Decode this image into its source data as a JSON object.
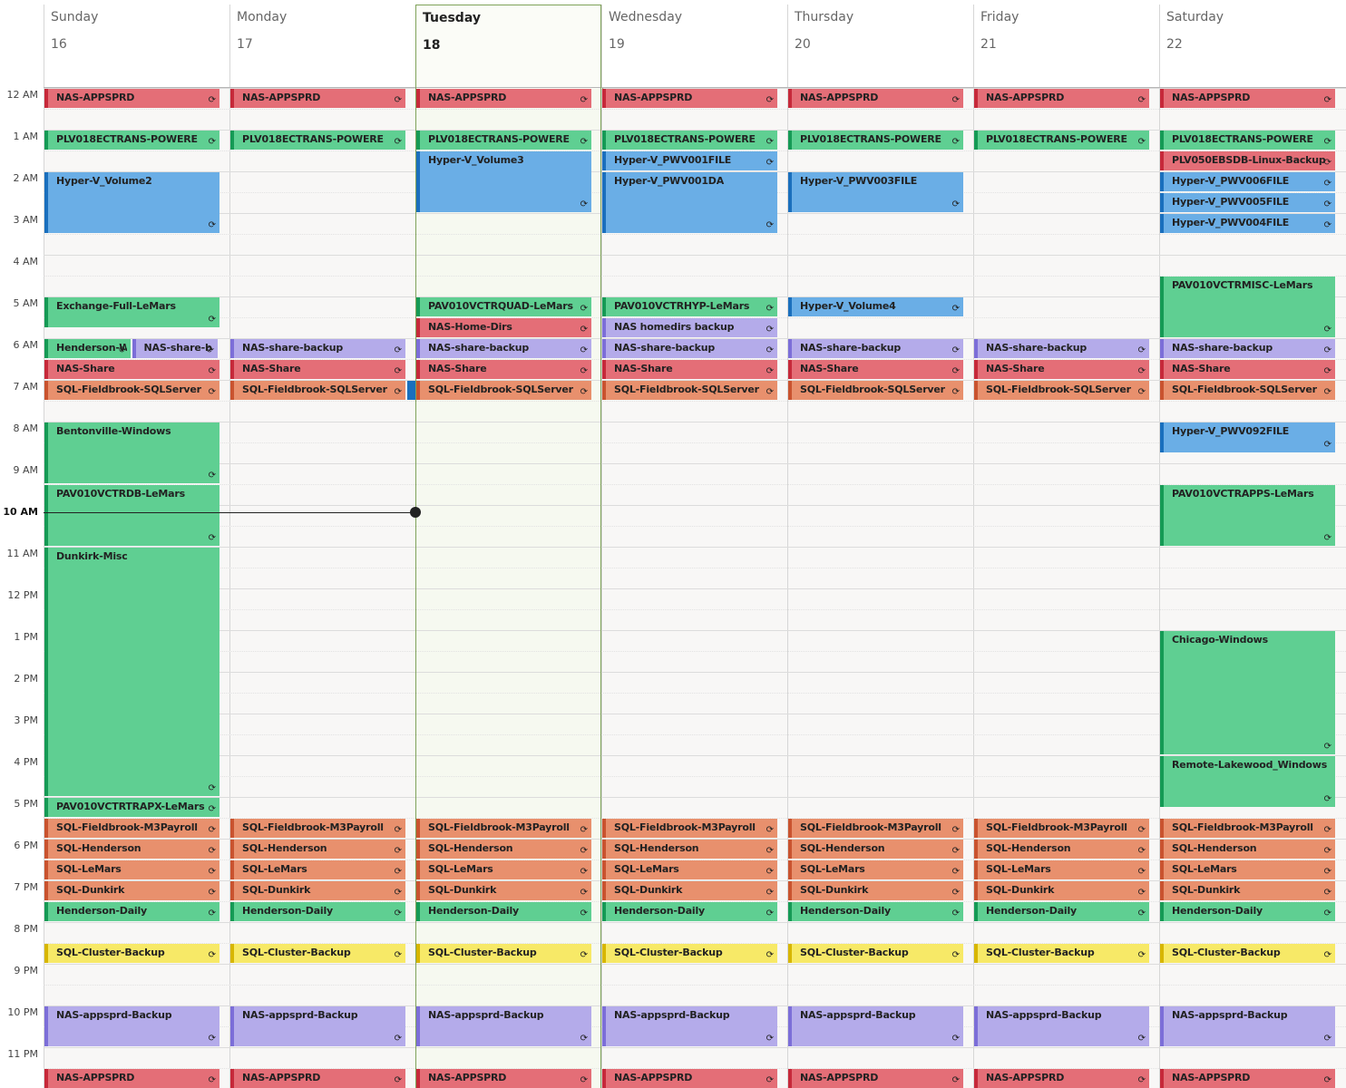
{
  "days": [
    {
      "name": "Sunday",
      "num": "16",
      "today": false
    },
    {
      "name": "Monday",
      "num": "17",
      "today": false
    },
    {
      "name": "Tuesday",
      "num": "18",
      "today": true
    },
    {
      "name": "Wednesday",
      "num": "19",
      "today": false
    },
    {
      "name": "Thursday",
      "num": "20",
      "today": false
    },
    {
      "name": "Friday",
      "num": "21",
      "today": false
    },
    {
      "name": "Saturday",
      "num": "22",
      "today": false
    }
  ],
  "hours": [
    "12 AM",
    "1 AM",
    "2 AM",
    "3 AM",
    "4 AM",
    "5 AM",
    "6 AM",
    "7 AM",
    "8 AM",
    "9 AM",
    "10 AM",
    "11 AM",
    "12 PM",
    "1 PM",
    "2 PM",
    "3 PM",
    "4 PM",
    "5 PM",
    "6 PM",
    "7 PM",
    "8 PM",
    "9 PM",
    "10 PM",
    "11 PM"
  ],
  "current_hour_label": "10 AM",
  "current_time_hours": 10.17,
  "recurring_icon": "recurring-icon",
  "colors": {
    "red": "#e46e77",
    "green": "#5fcf92",
    "blue": "#6aaee6",
    "purple": "#b4abea",
    "orange": "#e8906d",
    "yellow": "#f7e967",
    "today_border": "#7fa25a"
  },
  "events": [
    {
      "day": 0,
      "start": 0,
      "end": 0.5,
      "title": "NAS-APPSPRD",
      "color": "red"
    },
    {
      "day": 0,
      "start": 1,
      "end": 1.5,
      "title": "PLV018ECTRANS-POWERE",
      "color": "green"
    },
    {
      "day": 0,
      "start": 2,
      "end": 3.5,
      "title": "Hyper-V_Volume2",
      "color": "blue"
    },
    {
      "day": 0,
      "start": 5,
      "end": 5.75,
      "title": "Exchange-Full-LeMars",
      "color": "green"
    },
    {
      "day": 0,
      "start": 6,
      "end": 6.5,
      "title": "Henderson-W",
      "color": "green",
      "col": 0,
      "cols": 2
    },
    {
      "day": 0,
      "start": 6,
      "end": 6.5,
      "title": "NAS-share-b",
      "color": "purple",
      "col": 1,
      "cols": 2
    },
    {
      "day": 0,
      "start": 6.5,
      "end": 7,
      "title": "NAS-Share",
      "color": "red"
    },
    {
      "day": 0,
      "start": 7,
      "end": 7.5,
      "title": "SQL-Fieldbrook-SQLServer",
      "color": "orange"
    },
    {
      "day": 0,
      "start": 8,
      "end": 9.5,
      "title": "Bentonville-Windows",
      "color": "green"
    },
    {
      "day": 0,
      "start": 9.5,
      "end": 11,
      "title": "PAV010VCTRDB-LeMars",
      "color": "green"
    },
    {
      "day": 0,
      "start": 11,
      "end": 17,
      "title": "Dunkirk-Misc",
      "color": "green"
    },
    {
      "day": 0,
      "start": 17,
      "end": 17.5,
      "title": "PAV010VCTRTRAPX-LeMars",
      "color": "green"
    },
    {
      "day": 0,
      "start": 17.5,
      "end": 18,
      "title": "SQL-Fieldbrook-M3Payroll",
      "color": "orange"
    },
    {
      "day": 0,
      "start": 18,
      "end": 18.5,
      "title": "SQL-Henderson",
      "color": "orange"
    },
    {
      "day": 0,
      "start": 18.5,
      "end": 19,
      "title": "SQL-LeMars",
      "color": "orange"
    },
    {
      "day": 0,
      "start": 19,
      "end": 19.5,
      "title": "SQL-Dunkirk",
      "color": "orange"
    },
    {
      "day": 0,
      "start": 19.5,
      "end": 20,
      "title": "Henderson-Daily",
      "color": "green"
    },
    {
      "day": 0,
      "start": 20.5,
      "end": 21,
      "title": "SQL-Cluster-Backup",
      "color": "yellow"
    },
    {
      "day": 0,
      "start": 22,
      "end": 23,
      "title": "NAS-appsprd-Backup",
      "color": "purple"
    },
    {
      "day": 0,
      "start": 23.5,
      "end": 24,
      "title": "NAS-APPSPRD",
      "color": "red"
    },
    {
      "day": 1,
      "start": 0,
      "end": 0.5,
      "title": "NAS-APPSPRD",
      "color": "red"
    },
    {
      "day": 1,
      "start": 1,
      "end": 1.5,
      "title": "PLV018ECTRANS-POWERE",
      "color": "green"
    },
    {
      "day": 1,
      "start": 6,
      "end": 6.5,
      "title": "NAS-share-backup",
      "color": "purple"
    },
    {
      "day": 1,
      "start": 6.5,
      "end": 7,
      "title": "NAS-Share",
      "color": "red"
    },
    {
      "day": 1,
      "start": 7,
      "end": 7.5,
      "title": "SQL-Fieldbrook-SQLServer",
      "color": "orange",
      "selected": true
    },
    {
      "day": 1,
      "start": 17.5,
      "end": 18,
      "title": "SQL-Fieldbrook-M3Payroll",
      "color": "orange"
    },
    {
      "day": 1,
      "start": 18,
      "end": 18.5,
      "title": "SQL-Henderson",
      "color": "orange"
    },
    {
      "day": 1,
      "start": 18.5,
      "end": 19,
      "title": "SQL-LeMars",
      "color": "orange"
    },
    {
      "day": 1,
      "start": 19,
      "end": 19.5,
      "title": "SQL-Dunkirk",
      "color": "orange"
    },
    {
      "day": 1,
      "start": 19.5,
      "end": 20,
      "title": "Henderson-Daily",
      "color": "green"
    },
    {
      "day": 1,
      "start": 20.5,
      "end": 21,
      "title": "SQL-Cluster-Backup",
      "color": "yellow"
    },
    {
      "day": 1,
      "start": 22,
      "end": 23,
      "title": "NAS-appsprd-Backup",
      "color": "purple"
    },
    {
      "day": 1,
      "start": 23.5,
      "end": 24,
      "title": "NAS-APPSPRD",
      "color": "red"
    },
    {
      "day": 2,
      "start": 0,
      "end": 0.5,
      "title": "NAS-APPSPRD",
      "color": "red"
    },
    {
      "day": 2,
      "start": 1,
      "end": 1.5,
      "title": "PLV018ECTRANS-POWERE",
      "color": "green"
    },
    {
      "day": 2,
      "start": 1.5,
      "end": 3,
      "title": "Hyper-V_Volume3",
      "color": "blue"
    },
    {
      "day": 2,
      "start": 5,
      "end": 5.5,
      "title": "PAV010VCTRQUAD-LeMars",
      "color": "green"
    },
    {
      "day": 2,
      "start": 5.5,
      "end": 6,
      "title": "NAS-Home-Dirs",
      "color": "red"
    },
    {
      "day": 2,
      "start": 6,
      "end": 6.5,
      "title": "NAS-share-backup",
      "color": "purple"
    },
    {
      "day": 2,
      "start": 6.5,
      "end": 7,
      "title": "NAS-Share",
      "color": "red"
    },
    {
      "day": 2,
      "start": 7,
      "end": 7.5,
      "title": "SQL-Fieldbrook-SQLServer",
      "color": "orange"
    },
    {
      "day": 2,
      "start": 17.5,
      "end": 18,
      "title": "SQL-Fieldbrook-M3Payroll",
      "color": "orange"
    },
    {
      "day": 2,
      "start": 18,
      "end": 18.5,
      "title": "SQL-Henderson",
      "color": "orange"
    },
    {
      "day": 2,
      "start": 18.5,
      "end": 19,
      "title": "SQL-LeMars",
      "color": "orange"
    },
    {
      "day": 2,
      "start": 19,
      "end": 19.5,
      "title": "SQL-Dunkirk",
      "color": "orange"
    },
    {
      "day": 2,
      "start": 19.5,
      "end": 20,
      "title": "Henderson-Daily",
      "color": "green"
    },
    {
      "day": 2,
      "start": 20.5,
      "end": 21,
      "title": "SQL-Cluster-Backup",
      "color": "yellow"
    },
    {
      "day": 2,
      "start": 22,
      "end": 23,
      "title": "NAS-appsprd-Backup",
      "color": "purple"
    },
    {
      "day": 2,
      "start": 23.5,
      "end": 24,
      "title": "NAS-APPSPRD",
      "color": "red"
    },
    {
      "day": 3,
      "start": 0,
      "end": 0.5,
      "title": "NAS-APPSPRD",
      "color": "red"
    },
    {
      "day": 3,
      "start": 1,
      "end": 1.5,
      "title": "PLV018ECTRANS-POWERE",
      "color": "green"
    },
    {
      "day": 3,
      "start": 1.5,
      "end": 2,
      "title": "Hyper-V_PWV001FILE",
      "color": "blue"
    },
    {
      "day": 3,
      "start": 2,
      "end": 3.5,
      "title": "Hyper-V_PWV001DA",
      "color": "blue"
    },
    {
      "day": 3,
      "start": 5,
      "end": 5.5,
      "title": "PAV010VCTRHYP-LeMars",
      "color": "green"
    },
    {
      "day": 3,
      "start": 5.5,
      "end": 6,
      "title": "NAS homedirs backup",
      "color": "purple"
    },
    {
      "day": 3,
      "start": 6,
      "end": 6.5,
      "title": "NAS-share-backup",
      "color": "purple"
    },
    {
      "day": 3,
      "start": 6.5,
      "end": 7,
      "title": "NAS-Share",
      "color": "red"
    },
    {
      "day": 3,
      "start": 7,
      "end": 7.5,
      "title": "SQL-Fieldbrook-SQLServer",
      "color": "orange"
    },
    {
      "day": 3,
      "start": 17.5,
      "end": 18,
      "title": "SQL-Fieldbrook-M3Payroll",
      "color": "orange"
    },
    {
      "day": 3,
      "start": 18,
      "end": 18.5,
      "title": "SQL-Henderson",
      "color": "orange"
    },
    {
      "day": 3,
      "start": 18.5,
      "end": 19,
      "title": "SQL-LeMars",
      "color": "orange"
    },
    {
      "day": 3,
      "start": 19,
      "end": 19.5,
      "title": "SQL-Dunkirk",
      "color": "orange"
    },
    {
      "day": 3,
      "start": 19.5,
      "end": 20,
      "title": "Henderson-Daily",
      "color": "green"
    },
    {
      "day": 3,
      "start": 20.5,
      "end": 21,
      "title": "SQL-Cluster-Backup",
      "color": "yellow"
    },
    {
      "day": 3,
      "start": 22,
      "end": 23,
      "title": "NAS-appsprd-Backup",
      "color": "purple"
    },
    {
      "day": 3,
      "start": 23.5,
      "end": 24,
      "title": "NAS-APPSPRD",
      "color": "red"
    },
    {
      "day": 4,
      "start": 0,
      "end": 0.5,
      "title": "NAS-APPSPRD",
      "color": "red"
    },
    {
      "day": 4,
      "start": 1,
      "end": 1.5,
      "title": "PLV018ECTRANS-POWERE",
      "color": "green"
    },
    {
      "day": 4,
      "start": 2,
      "end": 3,
      "title": "Hyper-V_PWV003FILE",
      "color": "blue"
    },
    {
      "day": 4,
      "start": 5,
      "end": 5.5,
      "title": "Hyper-V_Volume4",
      "color": "blue"
    },
    {
      "day": 4,
      "start": 6,
      "end": 6.5,
      "title": "NAS-share-backup",
      "color": "purple"
    },
    {
      "day": 4,
      "start": 6.5,
      "end": 7,
      "title": "NAS-Share",
      "color": "red"
    },
    {
      "day": 4,
      "start": 7,
      "end": 7.5,
      "title": "SQL-Fieldbrook-SQLServer",
      "color": "orange"
    },
    {
      "day": 4,
      "start": 17.5,
      "end": 18,
      "title": "SQL-Fieldbrook-M3Payroll",
      "color": "orange"
    },
    {
      "day": 4,
      "start": 18,
      "end": 18.5,
      "title": "SQL-Henderson",
      "color": "orange"
    },
    {
      "day": 4,
      "start": 18.5,
      "end": 19,
      "title": "SQL-LeMars",
      "color": "orange"
    },
    {
      "day": 4,
      "start": 19,
      "end": 19.5,
      "title": "SQL-Dunkirk",
      "color": "orange"
    },
    {
      "day": 4,
      "start": 19.5,
      "end": 20,
      "title": "Henderson-Daily",
      "color": "green"
    },
    {
      "day": 4,
      "start": 20.5,
      "end": 21,
      "title": "SQL-Cluster-Backup",
      "color": "yellow"
    },
    {
      "day": 4,
      "start": 22,
      "end": 23,
      "title": "NAS-appsprd-Backup",
      "color": "purple"
    },
    {
      "day": 4,
      "start": 23.5,
      "end": 24,
      "title": "NAS-APPSPRD",
      "color": "red"
    },
    {
      "day": 5,
      "start": 0,
      "end": 0.5,
      "title": "NAS-APPSPRD",
      "color": "red"
    },
    {
      "day": 5,
      "start": 1,
      "end": 1.5,
      "title": "PLV018ECTRANS-POWERE",
      "color": "green"
    },
    {
      "day": 5,
      "start": 6,
      "end": 6.5,
      "title": "NAS-share-backup",
      "color": "purple"
    },
    {
      "day": 5,
      "start": 6.5,
      "end": 7,
      "title": "NAS-Share",
      "color": "red"
    },
    {
      "day": 5,
      "start": 7,
      "end": 7.5,
      "title": "SQL-Fieldbrook-SQLServer",
      "color": "orange"
    },
    {
      "day": 5,
      "start": 17.5,
      "end": 18,
      "title": "SQL-Fieldbrook-M3Payroll",
      "color": "orange"
    },
    {
      "day": 5,
      "start": 18,
      "end": 18.5,
      "title": "SQL-Henderson",
      "color": "orange"
    },
    {
      "day": 5,
      "start": 18.5,
      "end": 19,
      "title": "SQL-LeMars",
      "color": "orange"
    },
    {
      "day": 5,
      "start": 19,
      "end": 19.5,
      "title": "SQL-Dunkirk",
      "color": "orange"
    },
    {
      "day": 5,
      "start": 19.5,
      "end": 20,
      "title": "Henderson-Daily",
      "color": "green"
    },
    {
      "day": 5,
      "start": 20.5,
      "end": 21,
      "title": "SQL-Cluster-Backup",
      "color": "yellow"
    },
    {
      "day": 5,
      "start": 22,
      "end": 23,
      "title": "NAS-appsprd-Backup",
      "color": "purple"
    },
    {
      "day": 5,
      "start": 23.5,
      "end": 24,
      "title": "NAS-APPSPRD",
      "color": "red"
    },
    {
      "day": 6,
      "start": 0,
      "end": 0.5,
      "title": "NAS-APPSPRD",
      "color": "red"
    },
    {
      "day": 6,
      "start": 1,
      "end": 1.5,
      "title": "PLV018ECTRANS-POWERE",
      "color": "green"
    },
    {
      "day": 6,
      "start": 1.5,
      "end": 2,
      "title": "PLV050EBSDB-Linux-Backup",
      "color": "red"
    },
    {
      "day": 6,
      "start": 2,
      "end": 2.5,
      "title": "Hyper-V_PWV006FILE",
      "color": "blue"
    },
    {
      "day": 6,
      "start": 2.5,
      "end": 3,
      "title": "Hyper-V_PWV005FILE",
      "color": "blue"
    },
    {
      "day": 6,
      "start": 3,
      "end": 3.5,
      "title": "Hyper-V_PWV004FILE",
      "color": "blue"
    },
    {
      "day": 6,
      "start": 4.5,
      "end": 6,
      "title": "PAV010VCTRMISC-LeMars",
      "color": "green"
    },
    {
      "day": 6,
      "start": 6,
      "end": 6.5,
      "title": "NAS-share-backup",
      "color": "purple"
    },
    {
      "day": 6,
      "start": 6.5,
      "end": 7,
      "title": "NAS-Share",
      "color": "red"
    },
    {
      "day": 6,
      "start": 7,
      "end": 7.5,
      "title": "SQL-Fieldbrook-SQLServer",
      "color": "orange"
    },
    {
      "day": 6,
      "start": 8,
      "end": 8.75,
      "title": "Hyper-V_PWV092FILE",
      "color": "blue"
    },
    {
      "day": 6,
      "start": 9.5,
      "end": 11,
      "title": "PAV010VCTRAPPS-LeMars",
      "color": "green"
    },
    {
      "day": 6,
      "start": 13,
      "end": 16,
      "title": "Chicago-Windows",
      "color": "green"
    },
    {
      "day": 6,
      "start": 16,
      "end": 17.25,
      "title": "Remote-Lakewood_Windows",
      "color": "green"
    },
    {
      "day": 6,
      "start": 17.5,
      "end": 18,
      "title": "SQL-Fieldbrook-M3Payroll",
      "color": "orange"
    },
    {
      "day": 6,
      "start": 18,
      "end": 18.5,
      "title": "SQL-Henderson",
      "color": "orange"
    },
    {
      "day": 6,
      "start": 18.5,
      "end": 19,
      "title": "SQL-LeMars",
      "color": "orange"
    },
    {
      "day": 6,
      "start": 19,
      "end": 19.5,
      "title": "SQL-Dunkirk",
      "color": "orange"
    },
    {
      "day": 6,
      "start": 19.5,
      "end": 20,
      "title": "Henderson-Daily",
      "color": "green"
    },
    {
      "day": 6,
      "start": 20.5,
      "end": 21,
      "title": "SQL-Cluster-Backup",
      "color": "yellow"
    },
    {
      "day": 6,
      "start": 22,
      "end": 23,
      "title": "NAS-appsprd-Backup",
      "color": "purple"
    },
    {
      "day": 6,
      "start": 23.5,
      "end": 24,
      "title": "NAS-APPSPRD",
      "color": "red"
    }
  ]
}
